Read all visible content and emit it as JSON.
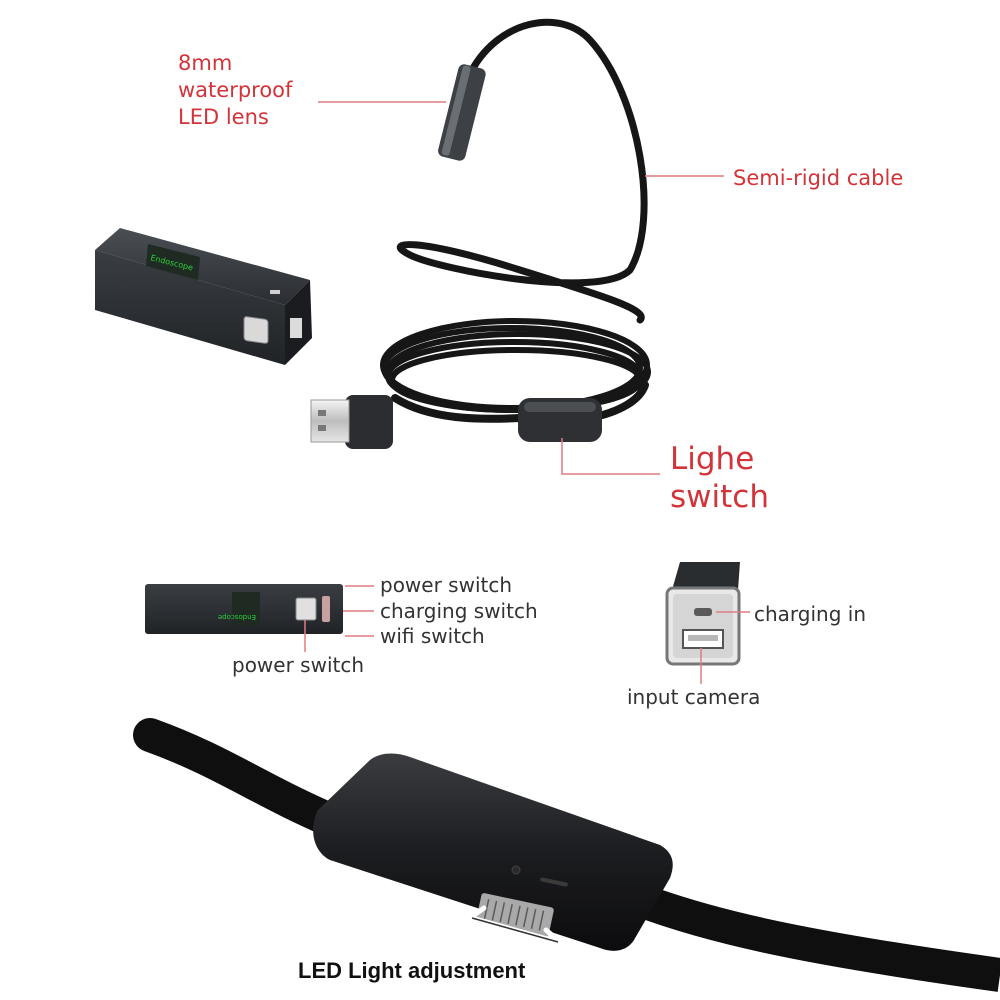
{
  "labels": {
    "lens": [
      "8mm",
      "waterproof",
      "LED lens"
    ],
    "cable": "Semi-rigid cable",
    "light_switch": [
      "Lighe",
      "switch"
    ],
    "power_switch_top": "power switch",
    "charging_switch": "charging switch",
    "wifi_switch": "wifi switch",
    "power_switch_bottom": "power switch",
    "charging_in": "charging in",
    "input_camera": "input camera",
    "led_adjustment": "LED Light adjustment"
  },
  "colors": {
    "label_red": "#d2343a",
    "label_dark": "#333333",
    "leader_line": "#e07c80",
    "device_body": "#2c2f33",
    "cable": "#111111",
    "screen_green": "#29d13a"
  },
  "icons": [
    "usb-plug-icon",
    "micro-usb-port-icon",
    "usb-a-port-icon",
    "double-arrow-icon"
  ]
}
